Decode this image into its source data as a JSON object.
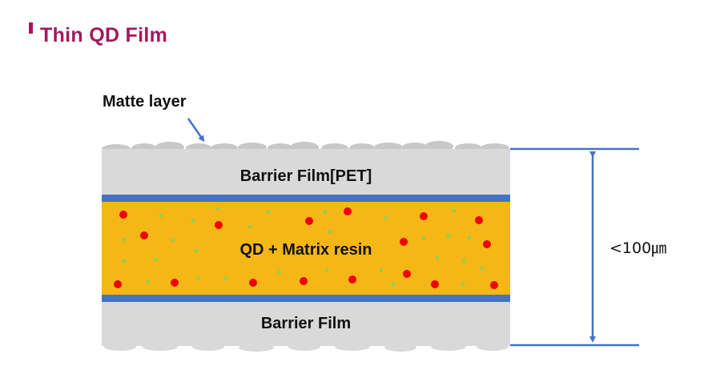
{
  "title": "Thin QD Film",
  "labels": {
    "matte_layer": "Matte layer",
    "barrier_top": "Barrier Film[PET]",
    "qd_layer": "QD + Matrix resin",
    "barrier_bottom": "Barrier Film",
    "thickness": "<100㎛"
  },
  "colors": {
    "title": "#a3195b",
    "barrier": "#d9d9d9",
    "separator": "#4472c4",
    "resin": "#f5b716",
    "red_dot": "#ee0000",
    "green_dot": "#92d050",
    "arrow": "#4472c4"
  }
}
